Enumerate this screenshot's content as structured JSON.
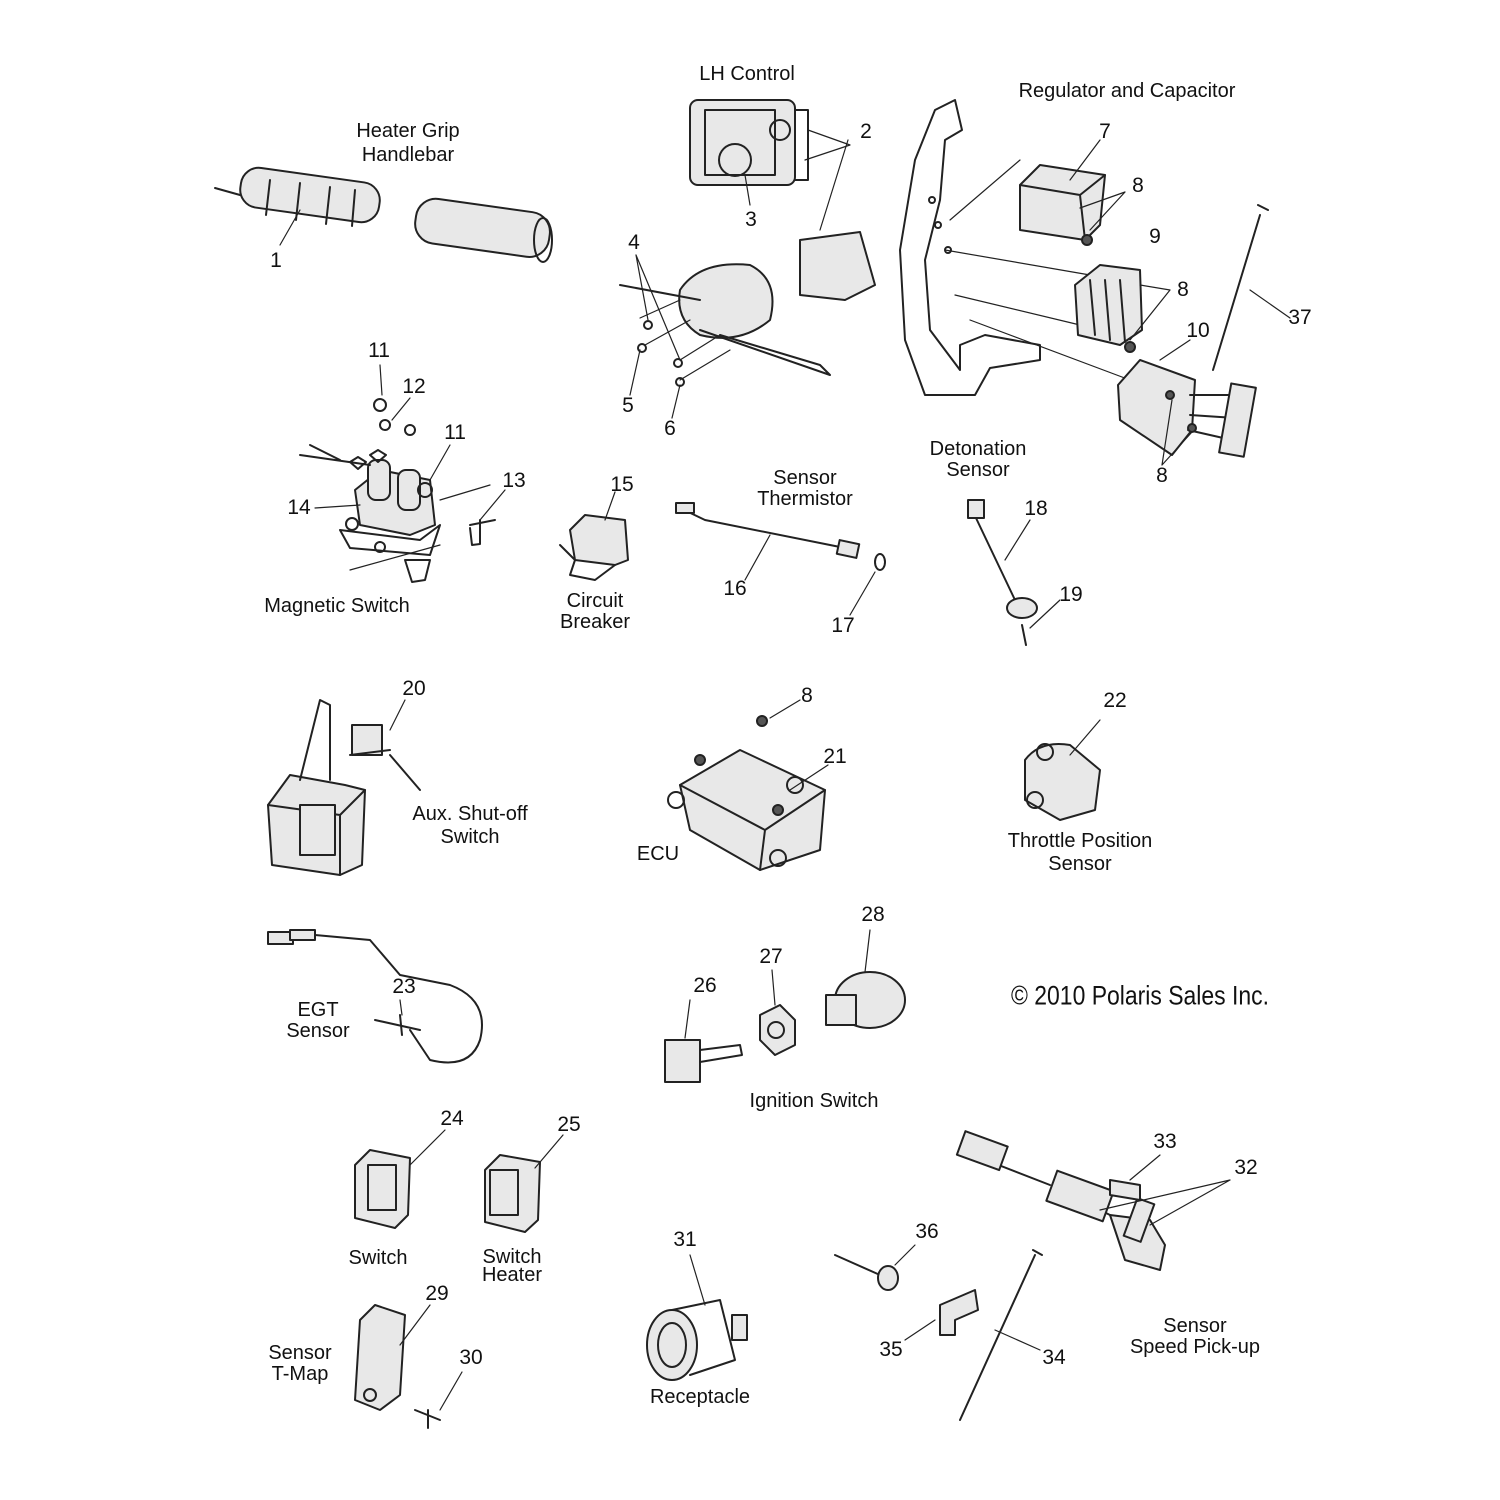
{
  "labels": {
    "lh_control": "LH Control",
    "regulator": "Regulator and Capacitor",
    "heater_grip": [
      "Heater Grip",
      "Handlebar"
    ],
    "magnetic_switch": "Magnetic Switch",
    "circuit_breaker": [
      "Circuit",
      "Breaker"
    ],
    "sensor_thermistor": [
      "Sensor",
      "Thermistor"
    ],
    "detonation_sensor": [
      "Detonation",
      "Sensor"
    ],
    "aux_shutoff": [
      "Aux. Shut-off",
      "Switch"
    ],
    "ecu": "ECU",
    "throttle_position": [
      "Throttle Position",
      "Sensor"
    ],
    "egt_sensor": [
      "EGT",
      "Sensor"
    ],
    "ignition_switch": "Ignition Switch",
    "switch": "Switch",
    "switch_heater": [
      "Switch",
      "Heater"
    ],
    "sensor_tmap": [
      "Sensor",
      "T-Map"
    ],
    "receptacle": "Receptacle",
    "speed_pickup": [
      "Sensor",
      "Speed Pick-up"
    ]
  },
  "copyright": "© 2010 Polaris Sales Inc.",
  "callouts": [
    "1",
    "2",
    "3",
    "4",
    "5",
    "6",
    "7",
    "8",
    "9",
    "8",
    "10",
    "37",
    "8",
    "11",
    "12",
    "11",
    "13",
    "14",
    "15",
    "16",
    "17",
    "18",
    "19",
    "20",
    "8",
    "21",
    "22",
    "28",
    "27",
    "26",
    "23",
    "24",
    "25",
    "31",
    "33",
    "32",
    "36",
    "29",
    "30",
    "35",
    "34"
  ]
}
